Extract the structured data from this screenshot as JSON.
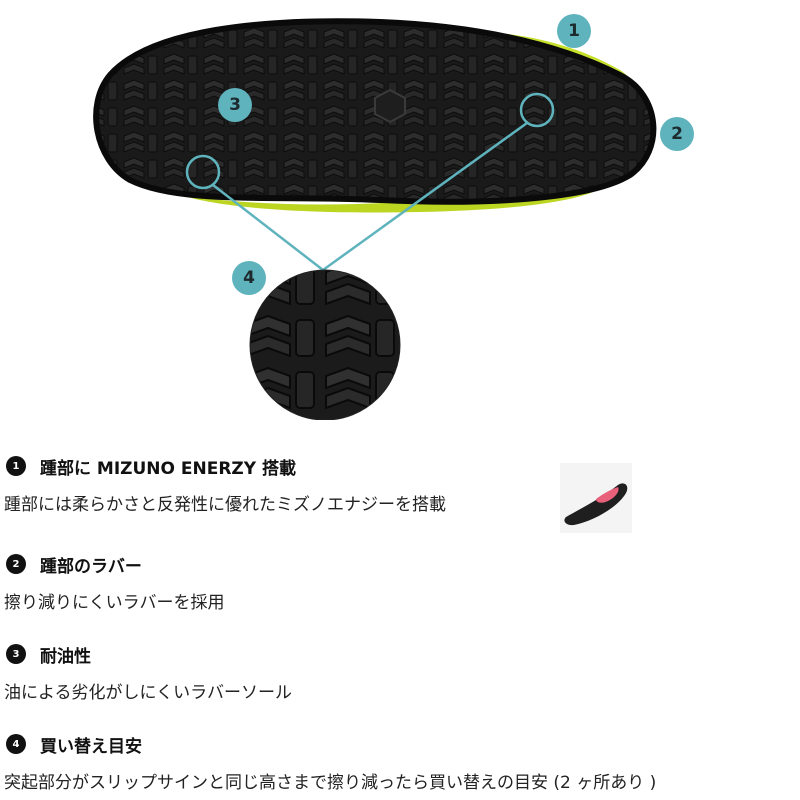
{
  "callouts": [
    "1",
    "2",
    "3",
    "4"
  ],
  "features": [
    {
      "num": "1",
      "title": "踵部に MIZUNO ENERZY 搭載",
      "desc": "踵部には柔らかさと反発性に優れたミズノエナジーを搭載"
    },
    {
      "num": "2",
      "title": "踵部のラバー",
      "desc": "擦り減りにくいラバーを採用"
    },
    {
      "num": "3",
      "title": "耐油性",
      "desc": "油による劣化がしにくいラバーソール"
    },
    {
      "num": "4",
      "title": "買い替え目安",
      "desc": "突起部分がスリップサインと同じ高さまで擦り減ったら買い替えの目安 (2 ヶ所あり )"
    }
  ],
  "colors": {
    "badge": "#5fb3bd",
    "upper": "#c6e02a",
    "sole": "#1c1c1c",
    "accent_pink": "#e8607a"
  }
}
